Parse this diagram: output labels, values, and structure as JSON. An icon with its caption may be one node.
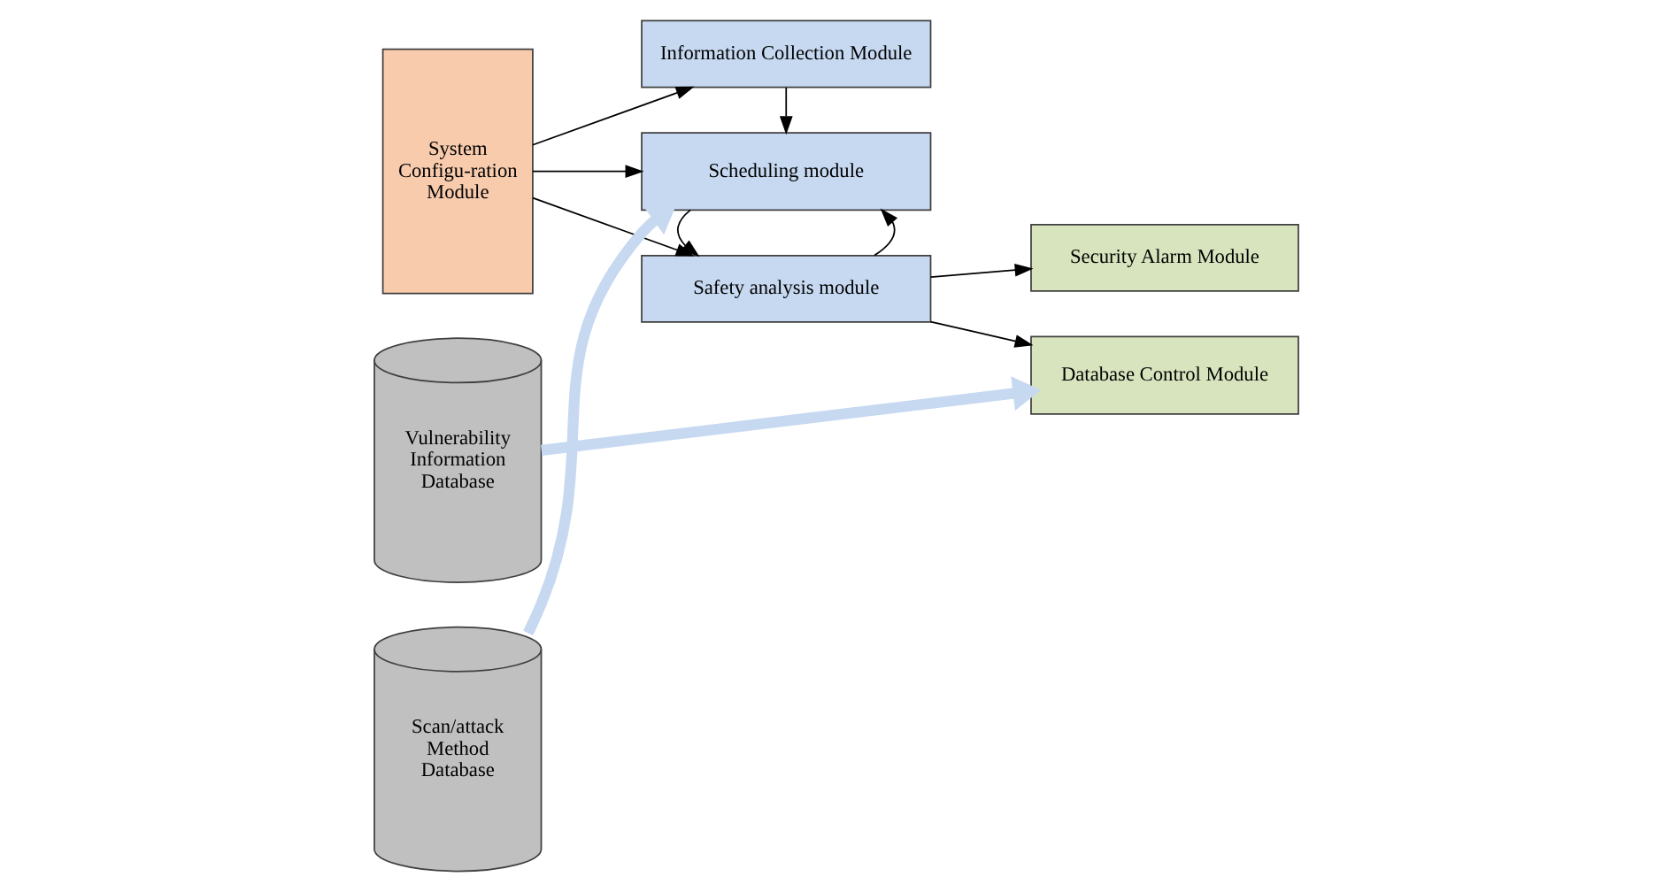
{
  "diagram": {
    "nodes": [
      {
        "text": [
          "System Configu-ration Module"
        ]
      },
      {
        "text": [
          "Safety analysis module"
        ]
      },
      {
        "text": [
          "Security Alarm Module"
        ]
      },
      {
        "text": [
          "Scheduling module"
        ]
      },
      {
        "text": [
          "Database Control Module"
        ]
      },
      {
        "text": [
          "Information Collection Module"
        ]
      },
      {
        "text": [
          "Scan/attack Method Database"
        ]
      },
      {
        "text": [
          "Vulnerability Information Database"
        ]
      }
    ],
    "edges": [
      {
        "from": 0,
        "to": 1,
        "arrow": "to"
      },
      {
        "from": 0,
        "to": 3,
        "arrow": "to"
      },
      {
        "from": 0,
        "to": 5,
        "arrow": "to"
      },
      {
        "from": 1,
        "to": 2,
        "arrow": "to"
      },
      {
        "from": 1,
        "to": 4,
        "arrow": "to"
      },
      {
        "from": 1,
        "to": 3,
        "arrow": "to"
      },
      {
        "from": 3,
        "to": 1,
        "arrow": "to"
      },
      {
        "from": 5,
        "to": 3,
        "arrow": "to"
      },
      {
        "from": 6,
        "to": 3,
        "arrow": "to",
        "style": "thick",
        "color": "#c6d9f1"
      },
      {
        "from": 7,
        "to": 4,
        "arrow": "to",
        "style": "thick",
        "color": "#c6d9f1"
      }
    ]
  }
}
